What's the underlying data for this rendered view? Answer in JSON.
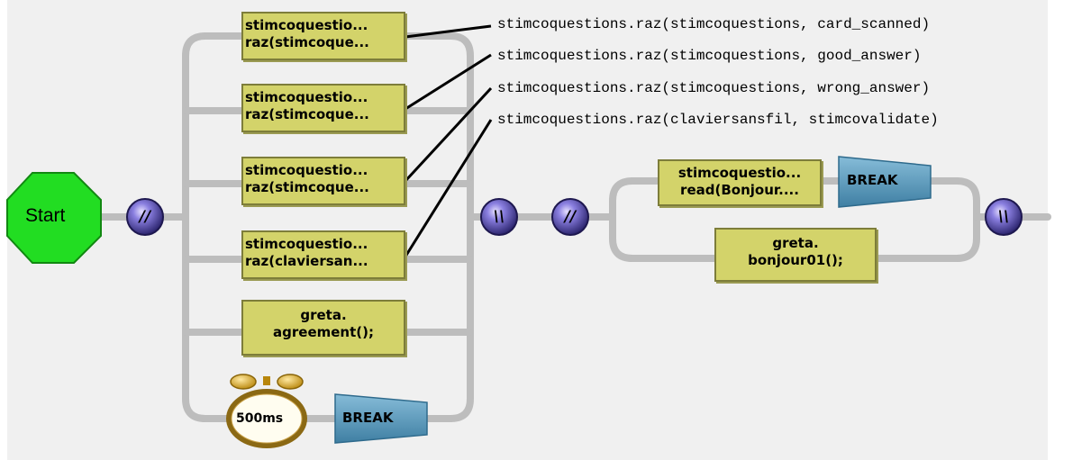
{
  "start": {
    "label": "Start"
  },
  "operators": {
    "fork": "//",
    "join": "\\\\"
  },
  "par1": {
    "branches": [
      {
        "line1": "stimcoquestio...",
        "line2": "raz(stimcoque..."
      },
      {
        "line1": "stimcoquestio...",
        "line2": "raz(stimcoque..."
      },
      {
        "line1": "stimcoquestio...",
        "line2": "raz(stimcoque..."
      },
      {
        "line1": "stimcoquestio...",
        "line2": "raz(claviersan..."
      },
      {
        "line1": "greta.",
        "line2": "agreement();"
      }
    ],
    "timer": {
      "label": "500ms"
    },
    "break_label": "BREAK"
  },
  "par2": {
    "branch1": {
      "line1": "stimcoquestio...",
      "line2": "read(Bonjour...."
    },
    "break_label": "BREAK",
    "branch2": {
      "line1": "greta.",
      "line2": "bonjour01();"
    }
  },
  "callouts": [
    "stimcoquestions.raz(stimcoquestions, card_scanned)",
    "stimcoquestions.raz(stimcoquestions, good_answer)",
    "stimcoquestions.raz(stimcoquestions, wrong_answer)",
    "stimcoquestions.raz(claviersansfil, stimcovalidate)"
  ],
  "colors": {
    "canvas": "#f0f0f0",
    "node_fill": "#d3d36a",
    "start_fill": "#22dd22",
    "wire": "#bdbdbd",
    "break_fill": "#5b9bbd",
    "operator_fill": "#5a4fb0"
  }
}
